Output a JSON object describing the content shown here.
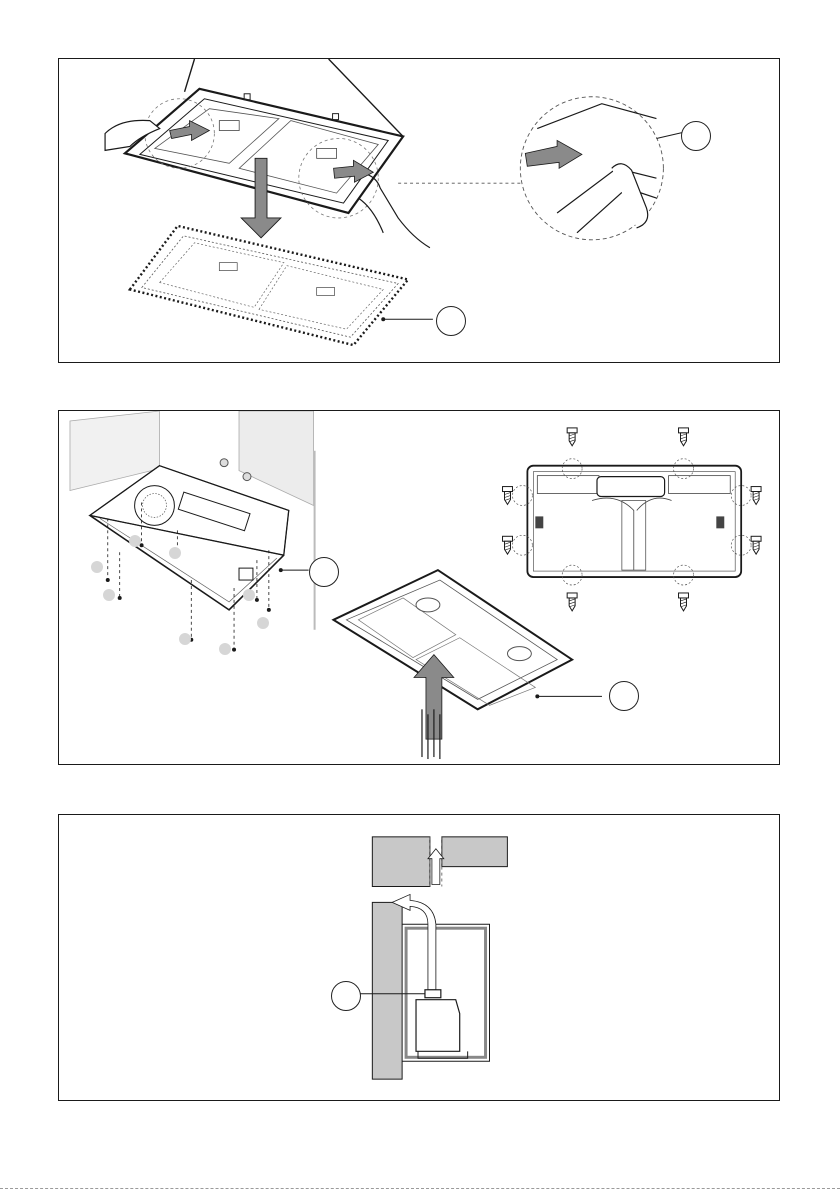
{
  "panels": [
    {
      "id": "panel-1",
      "content": "filter-frame-removal"
    },
    {
      "id": "panel-2",
      "content": "motor-unit-screw-mounting"
    },
    {
      "id": "panel-3",
      "content": "ducting-side-view"
    }
  ],
  "callouts": {
    "frame_clip": "",
    "frame_lowered": "",
    "hood_body": "",
    "insert_frame": "",
    "duct_connector": ""
  },
  "screw_labels": [
    "",
    "",
    "",
    "",
    "",
    "",
    "",
    "",
    "",
    ""
  ],
  "colors": {
    "line": "#1a1a1a",
    "arrow_fill": "#8a8a8a",
    "wall_fill": "#c8c8c8",
    "panel_bg": "#ffffff"
  },
  "icons": [
    "screw-icon",
    "hand-icon",
    "arrow-icon",
    "airflow-arrow-icon"
  ]
}
